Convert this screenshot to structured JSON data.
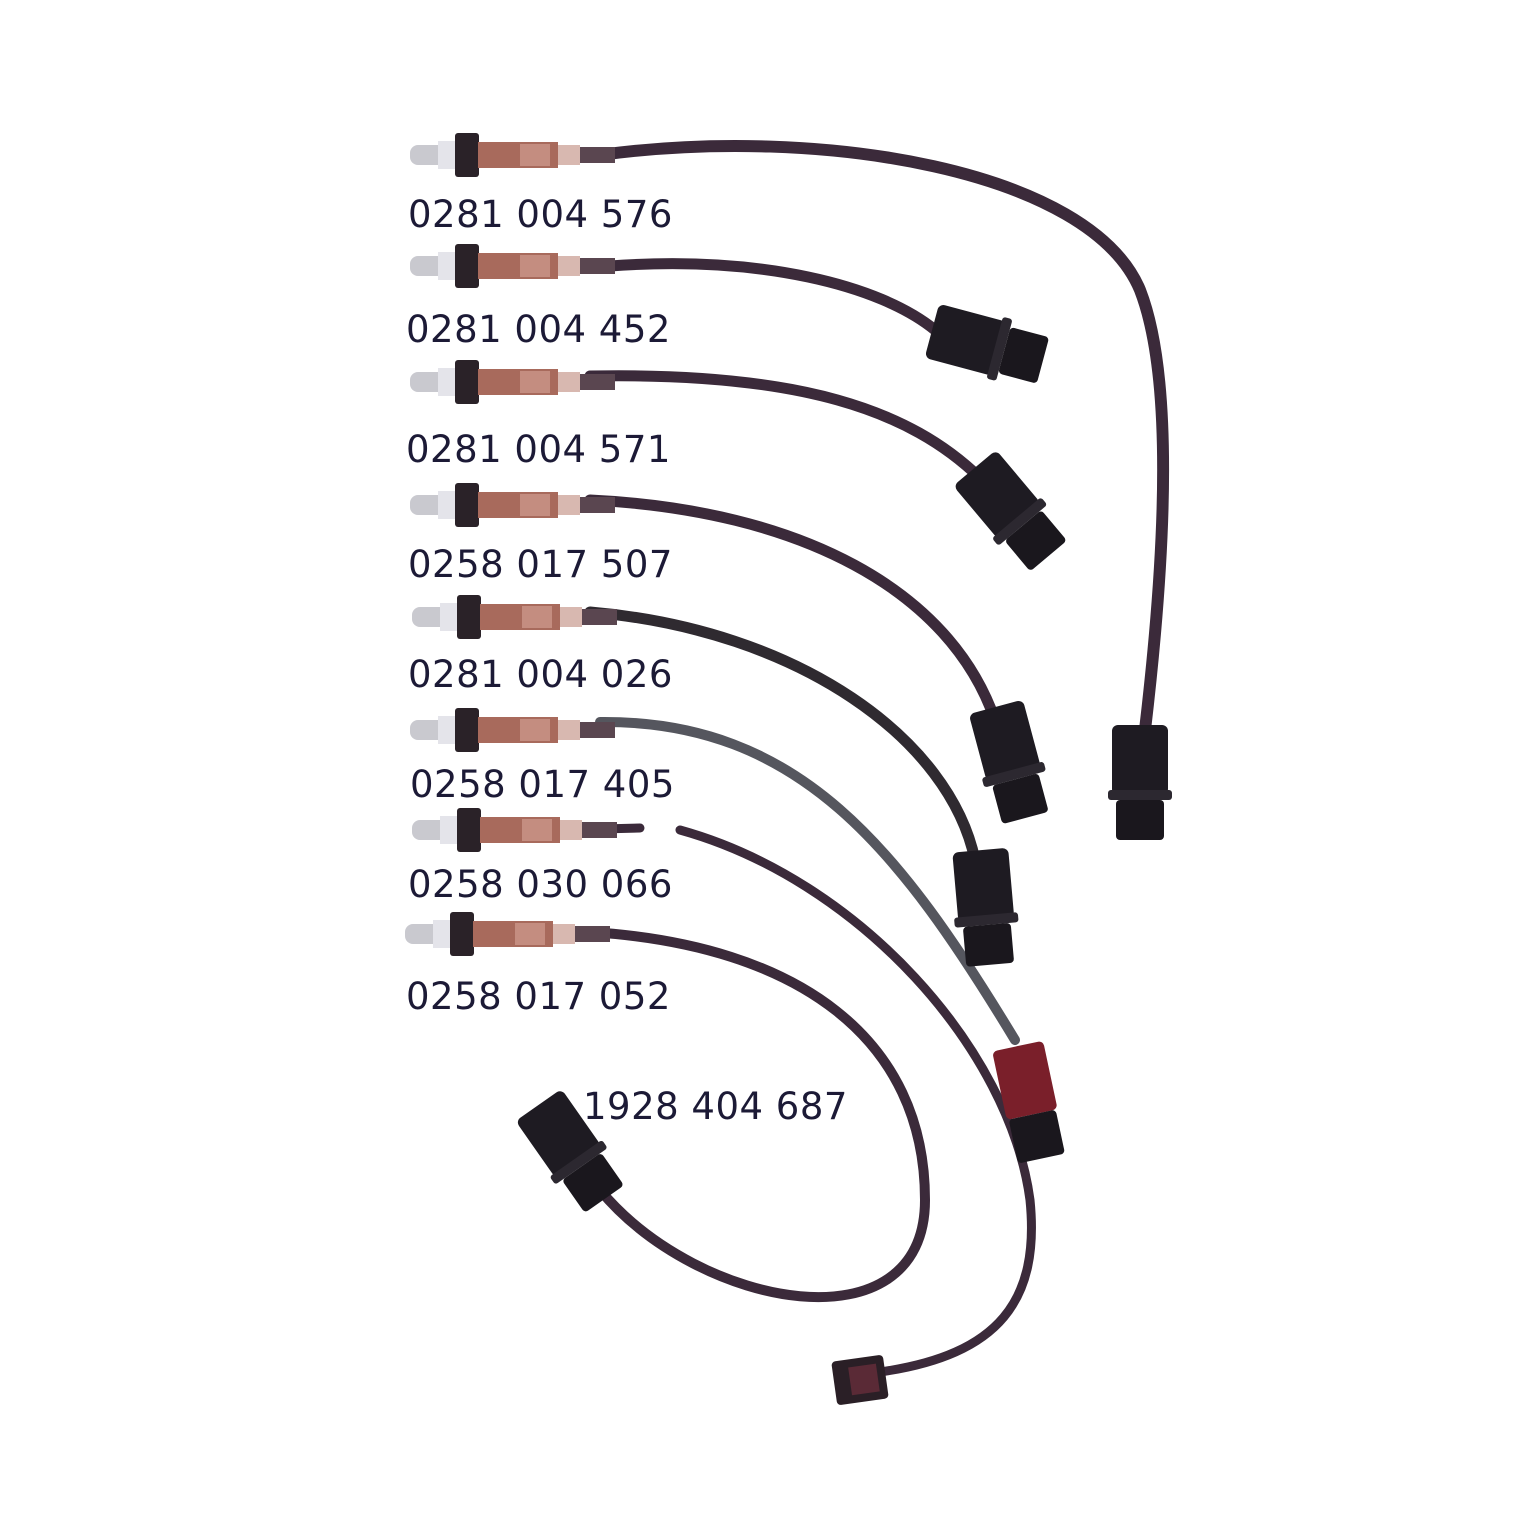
{
  "part_numbers": [
    "0281 004 576",
    "0281 004 452",
    "0281 004 571",
    "0258 017 507",
    "0281 004 026",
    "0258 017 405",
    "0258 030 066",
    "0258 017 052",
    "1928 404 687"
  ],
  "colors": {
    "label": "#1c1a36",
    "cable": "#3b2a3a",
    "cable_grey": "#55565e",
    "connector": "#1e1b22",
    "connector_red": "#7a1f2a",
    "sensor_body": "#a86a5c",
    "hex_nut": "#2a2228"
  }
}
